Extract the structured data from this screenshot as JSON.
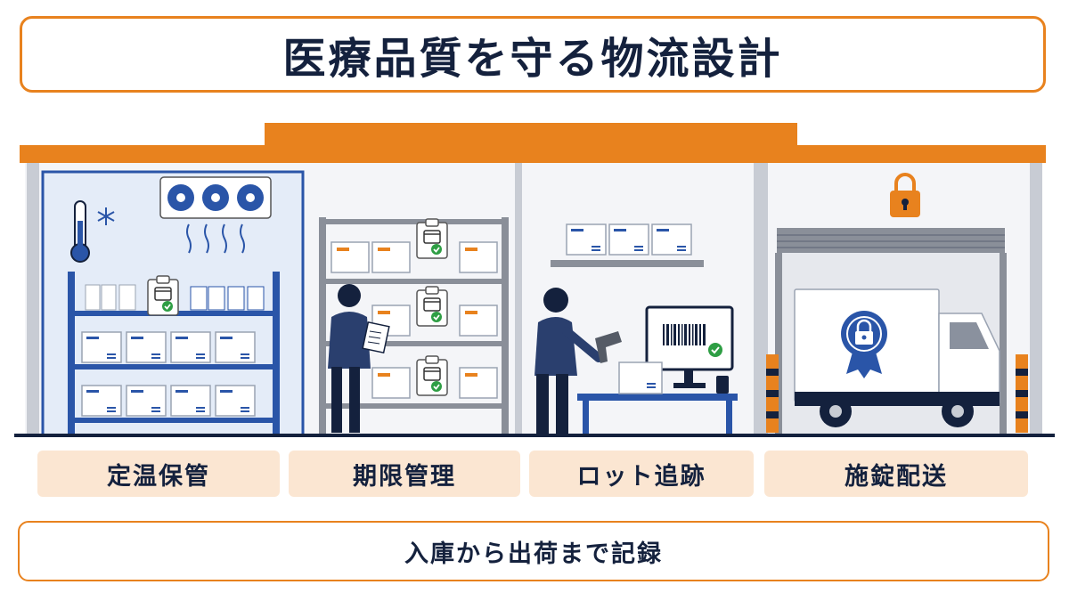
{
  "title": "医療品質を守る物流設計",
  "sections": [
    {
      "label": "定温保管"
    },
    {
      "label": "期限管理"
    },
    {
      "label": "ロット追跡"
    },
    {
      "label": "施錠配送"
    }
  ],
  "footer": "入庫から出荷まで記録",
  "colors": {
    "accent": "#e8821e",
    "navy": "#14213d",
    "blue": "#2a55a8",
    "check": "#2e9e44",
    "label_bg": "#fbe6d2"
  },
  "icons": [
    "thermometer-icon",
    "snowflake-icon",
    "fan-icon",
    "calendar-check-icon",
    "barcode-icon",
    "padlock-icon",
    "seal-lock-icon"
  ]
}
